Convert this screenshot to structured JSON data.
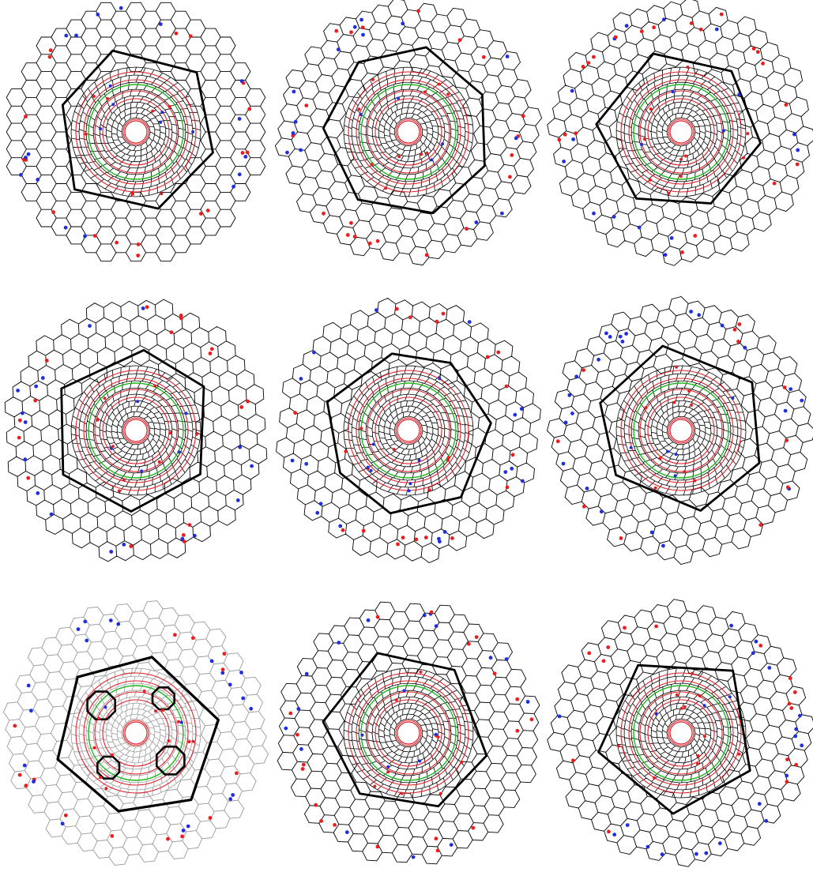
{
  "figure": {
    "panel_count": 9,
    "colors": {
      "cell_stroke": "#000000",
      "cell_stroke_faded": "#9a9a9a",
      "ring_red": "#e0202a",
      "ring_green": "#1fb81f",
      "defect_red": "#ee1c1c",
      "defect_blue": "#1f2fe0",
      "outline": "#000000"
    },
    "panels": [
      {
        "id": "a",
        "outline_sides": 6,
        "faded": false,
        "highlight_loops": 0
      },
      {
        "id": "b",
        "outline_sides": 7,
        "faded": false,
        "highlight_loops": 0
      },
      {
        "id": "c",
        "outline_sides": 6,
        "faded": false,
        "highlight_loops": 0
      },
      {
        "id": "d",
        "outline_sides": 6,
        "faded": false,
        "highlight_loops": 0
      },
      {
        "id": "e",
        "outline_sides": 7,
        "faded": false,
        "highlight_loops": 0
      },
      {
        "id": "f",
        "outline_sides": 6,
        "faded": false,
        "highlight_loops": 0
      },
      {
        "id": "g",
        "outline_sides": 6,
        "faded": true,
        "highlight_loops": 4
      },
      {
        "id": "h",
        "outline_sides": 6,
        "faded": false,
        "highlight_loops": 0
      },
      {
        "id": "i",
        "outline_sides": 5,
        "faded": false,
        "highlight_loops": 0
      }
    ]
  }
}
